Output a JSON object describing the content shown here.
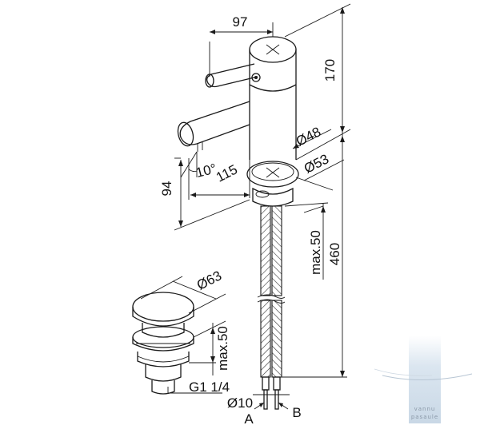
{
  "dimensions": {
    "handle_reach": "97",
    "body_height": "170",
    "body_diameter": "Ø48",
    "spout_reach": "115",
    "spout_angle": "10°",
    "spout_height": "94",
    "base_diameter": "Ø53",
    "deck_thickness": "max.50",
    "hose_length": "460",
    "waste_diameter": "Ø63",
    "waste_deck": "max.50",
    "waste_thread": "G1 1/4",
    "hose_diameter": "Ø10",
    "hose_a": "A",
    "hose_b": "B"
  },
  "watermark": {
    "line1": "vannu",
    "line2": "pasaule"
  },
  "colors": {
    "line": "#1a1a1a",
    "watermark_bar": "#dbe6f0"
  }
}
